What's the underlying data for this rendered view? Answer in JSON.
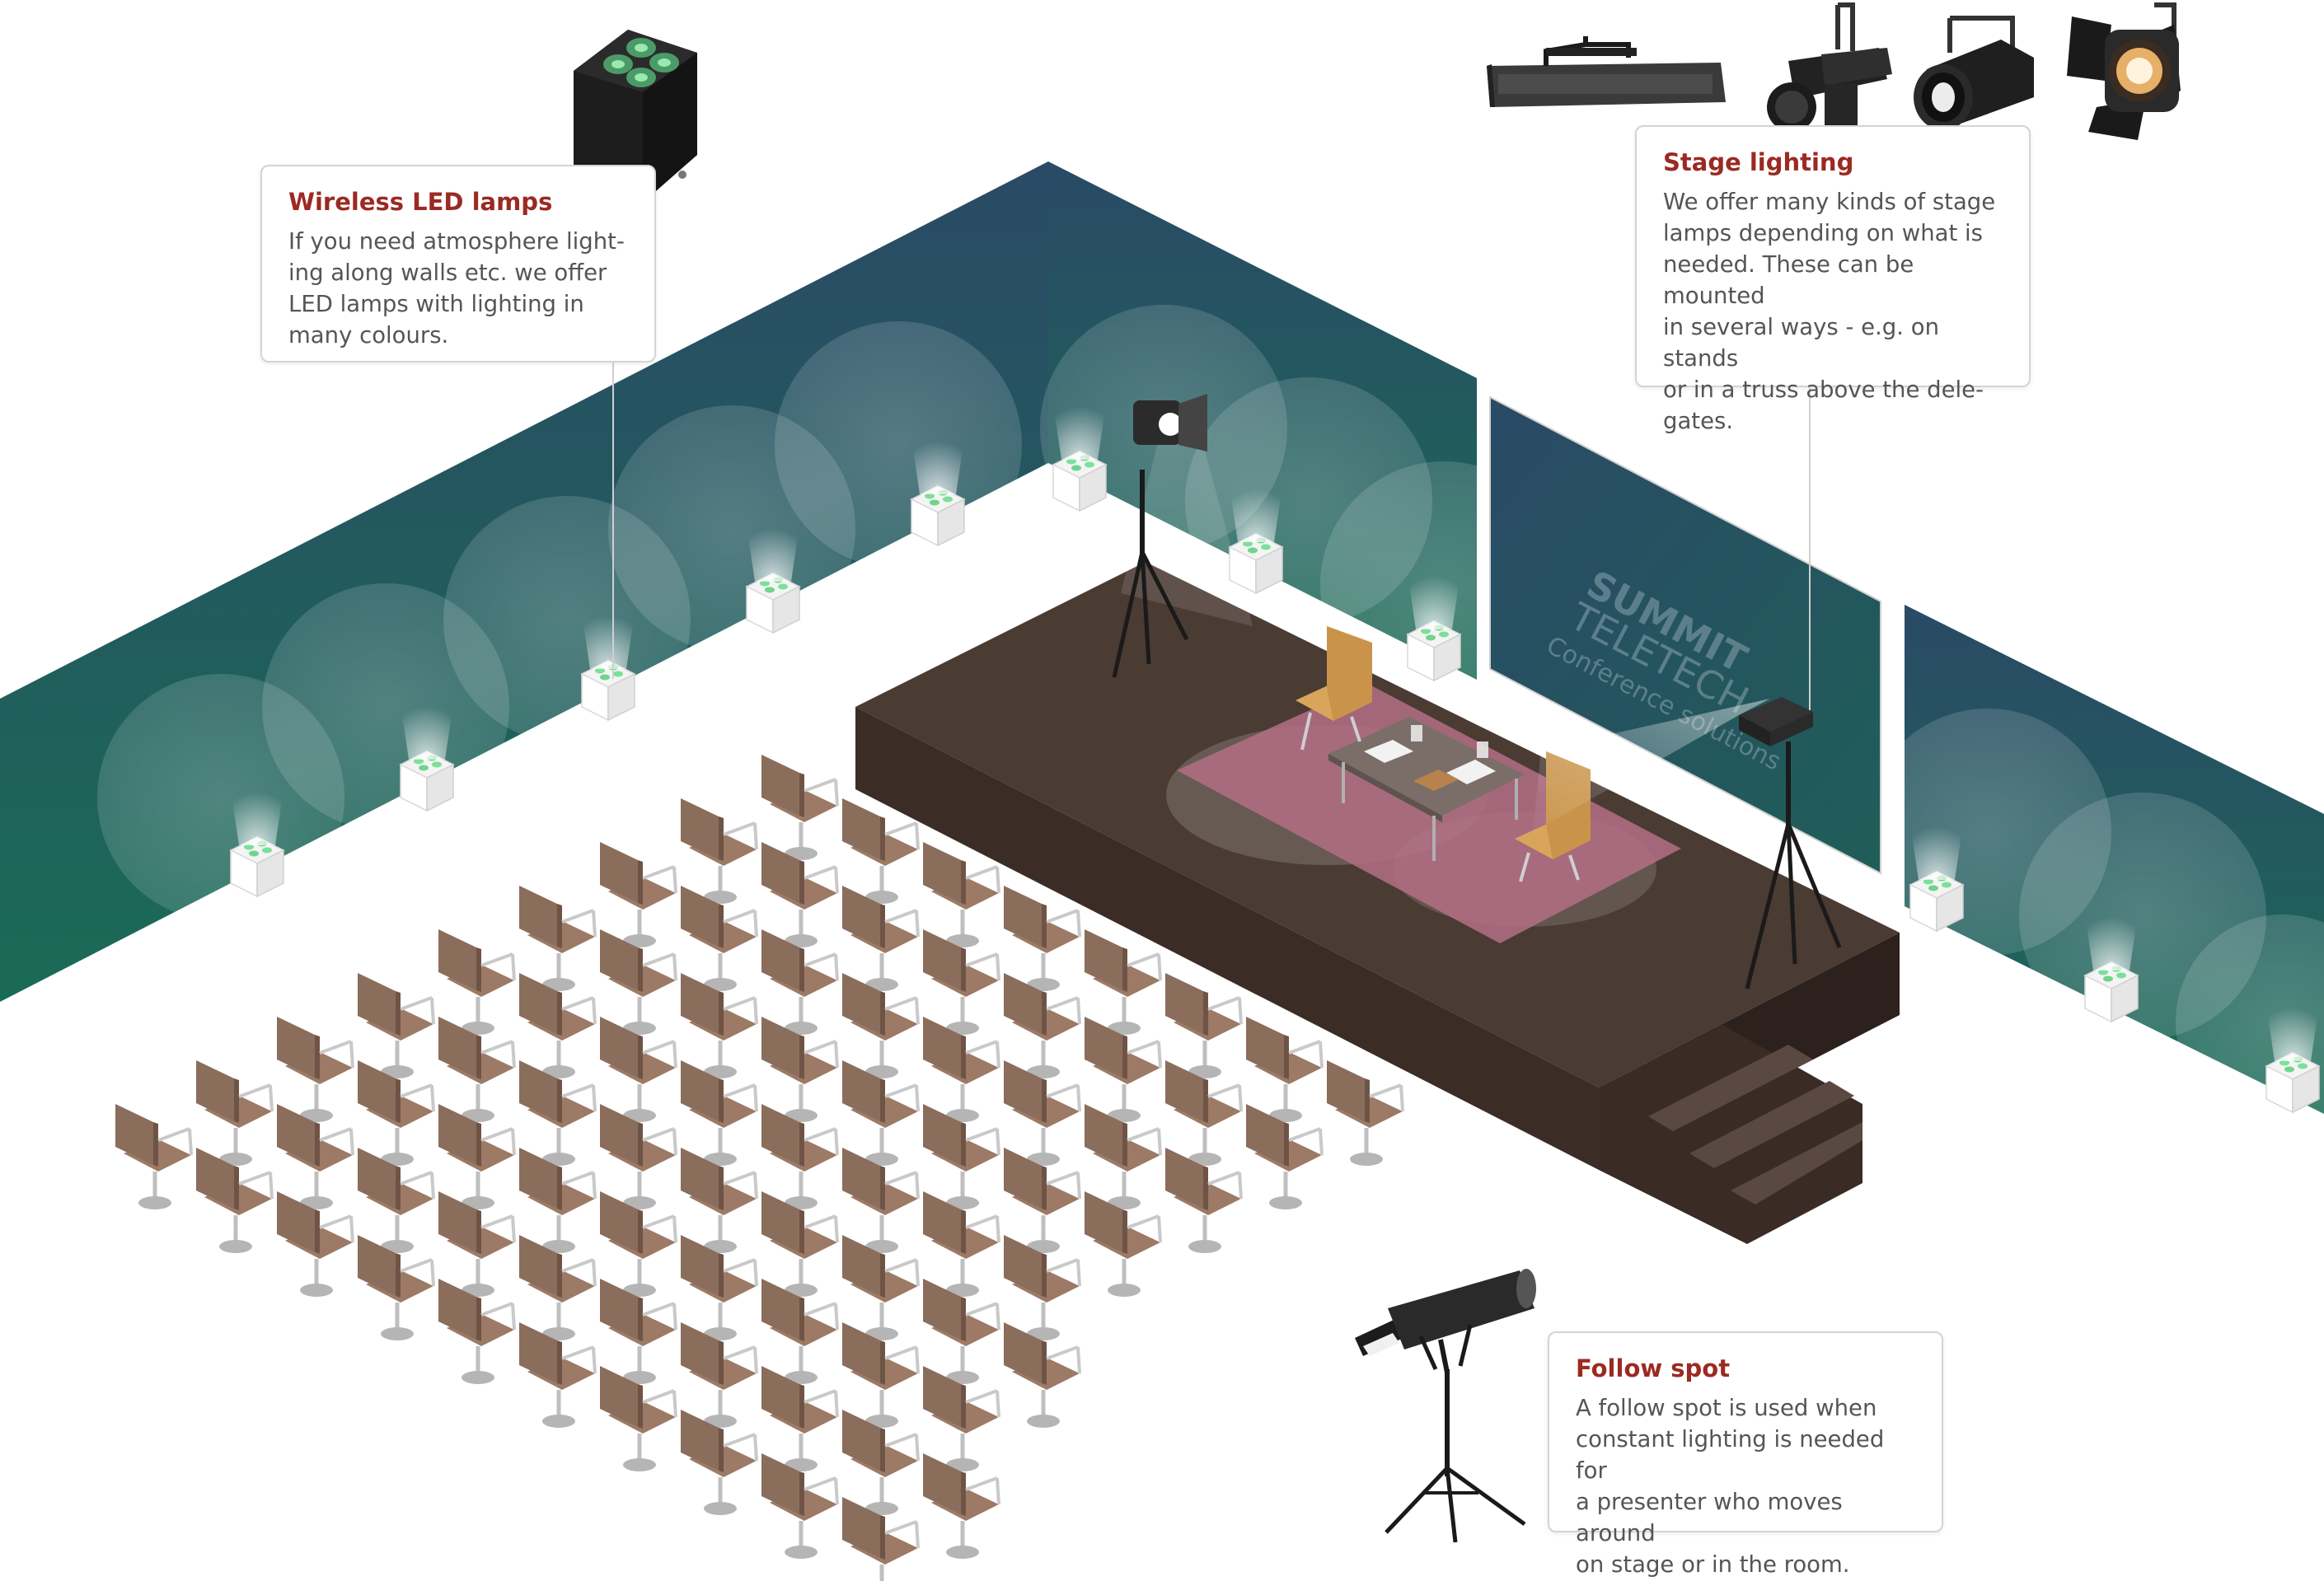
{
  "screen": {
    "brand_line1": "SUMMIT",
    "brand_line2": "TELETECH",
    "brand_tagline": "Conference solutions"
  },
  "callouts": {
    "wireless": {
      "title": "Wireless LED lamps",
      "lines": [
        "If you need atmosphere light-",
        "ing along walls etc. we offer",
        "LED lamps with lighting in",
        "many colours."
      ]
    },
    "stage": {
      "title": "Stage lighting",
      "lines": [
        "We offer many kinds of stage",
        "lamps depending on what is",
        "needed. These can be mounted",
        "in several ways - e.g. on stands",
        "or in a truss above the dele-",
        "gates."
      ]
    },
    "follow": {
      "title": "Follow spot",
      "lines": [
        "A follow spot is used when",
        "constant lighting is needed for",
        "a presenter who moves around",
        "on stage or in the room."
      ]
    }
  },
  "icons": [
    "led-par-icon",
    "led-bar-icon",
    "profile-spot-icon",
    "par-can-icon",
    "fresnel-icon",
    "follow-spot-icon"
  ],
  "colors": {
    "wall_top": "#2a4f68",
    "wall_bottom": "#1a6552",
    "stage_top": "#4a3b33",
    "stage_side": "#3a2d26",
    "chair": "#8b6d5c",
    "rug": "#b46e86",
    "accent_title": "#9b2a22",
    "led_green": "#6fd48c"
  }
}
